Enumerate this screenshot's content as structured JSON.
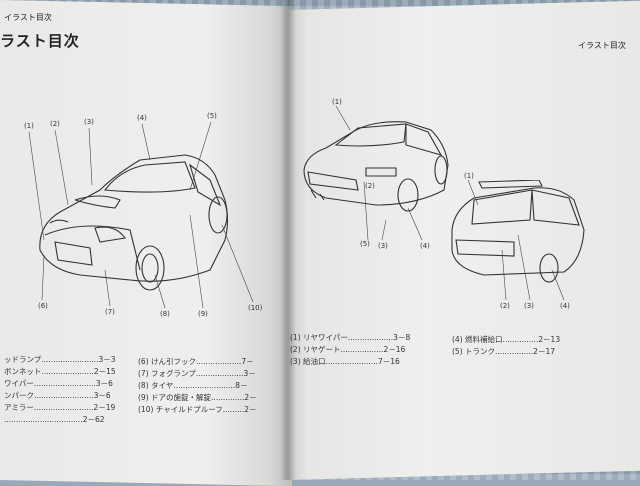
{
  "left_page": {
    "breadcrumb": "イラスト目次",
    "title": "ラスト目次",
    "callouts": [
      "(1)",
      "(2)",
      "(3)",
      "(4)",
      "(5)",
      "(6)",
      "(7)",
      "(8)",
      "(9)",
      "(10)"
    ],
    "figure_code": "",
    "index_left": [
      {
        "name": "ッドランプ",
        "page": "3－3"
      },
      {
        "name": "ボンネット",
        "page": "2－15"
      },
      {
        "name": "ワイパー",
        "page": "3－6"
      },
      {
        "name": "ンパーク",
        "page": "3－6"
      },
      {
        "name": "アミラー",
        "page": "2－19"
      },
      {
        "name": "",
        "page": "2－62"
      }
    ],
    "index_right": [
      {
        "num": "(6)",
        "name": "けん引フック",
        "page": "7－"
      },
      {
        "num": "(7)",
        "name": "フォグランプ",
        "page": "3－"
      },
      {
        "num": "(8)",
        "name": "タイヤ",
        "page": "8－"
      },
      {
        "num": "(9)",
        "name": "ドアの施錠・解錠",
        "page": "2－"
      },
      {
        "num": "(10)",
        "name": "チャイルドプルーフ",
        "page": "2－"
      }
    ]
  },
  "right_page": {
    "header": "イラスト目次",
    "sedan_callouts": [
      "(1)",
      "(2)",
      "(3)",
      "(4)",
      "(5)"
    ],
    "wagon_callouts": [
      "(1)",
      "(2)",
      "(3)",
      "(4)"
    ],
    "legend_left": [
      {
        "num": "(1)",
        "name": "リヤワイパー",
        "page": "3－8"
      },
      {
        "num": "(2)",
        "name": "リヤゲート",
        "page": "2－16"
      },
      {
        "num": "(3)",
        "name": "給油口",
        "page": "7－16"
      }
    ],
    "legend_right": [
      {
        "num": "(4)",
        "name": "燃料補給口",
        "page": "2－13"
      },
      {
        "num": "(5)",
        "name": "トランク",
        "page": "2－17"
      }
    ]
  },
  "colors": {
    "paper": "#efefed",
    "ink": "#222222",
    "backdrop": "#9aa9b8"
  }
}
